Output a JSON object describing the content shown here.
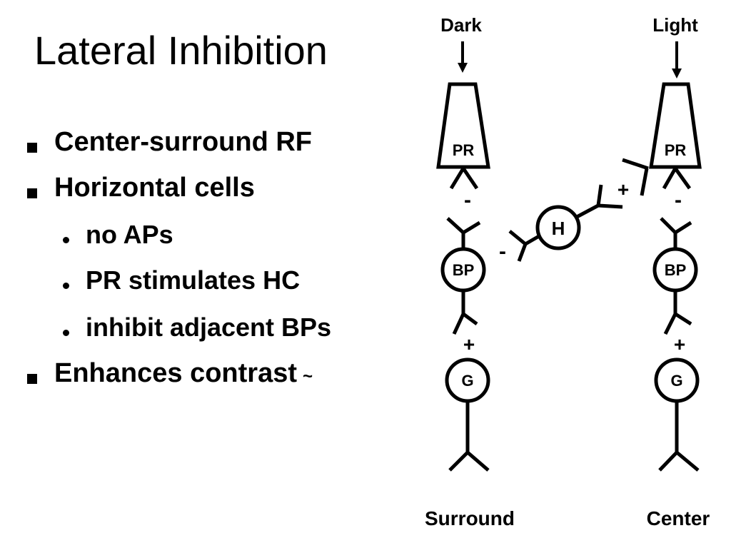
{
  "slide": {
    "title": "Lateral Inhibition",
    "bullets": [
      {
        "level": 1,
        "text": "Center-surround RF"
      },
      {
        "level": 1,
        "text": "Horizontal cells"
      },
      {
        "level": 2,
        "text": "no APs"
      },
      {
        "level": 2,
        "text": "PR stimulates HC"
      },
      {
        "level": 2,
        "text": "inhibit adjacent BPs"
      },
      {
        "level": 1,
        "text": "Enhances contrast",
        "suffix": "~"
      }
    ]
  },
  "diagram": {
    "top_labels": {
      "left": "Dark",
      "right": "Light"
    },
    "bottom_labels": {
      "left": "Surround",
      "right": "Center"
    },
    "cells": {
      "photoreceptor": "PR",
      "bipolar": "BP",
      "ganglion": "G",
      "horizontal": "H"
    },
    "signs": {
      "pr_bp_left": "-",
      "pr_bp_right": "-",
      "bp_g_left": "+",
      "bp_g_right": "+",
      "pr_h": "+",
      "h_bp": "-"
    }
  }
}
